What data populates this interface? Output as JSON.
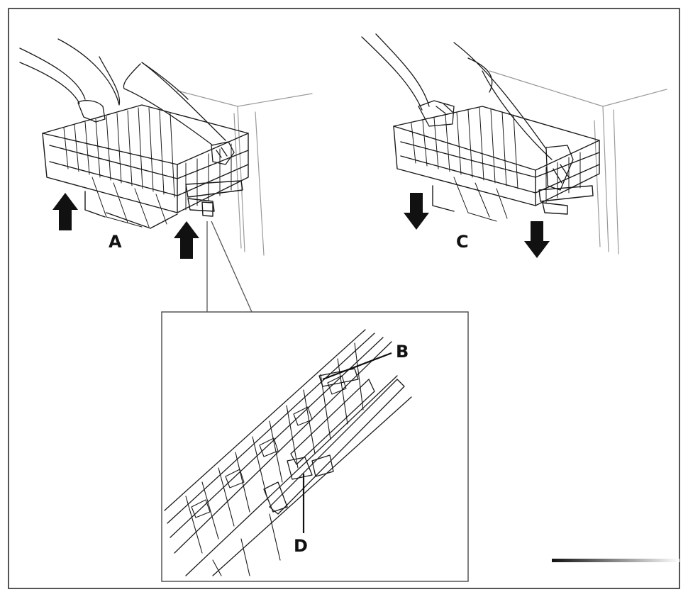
{
  "labels": {
    "a": "A",
    "b": "B",
    "c": "C",
    "d": "D"
  },
  "icons": {
    "arrow_up": "arrow-up-icon",
    "arrow_down": "arrow-down-icon"
  },
  "colors": {
    "line": "#1a1a1a",
    "frame": "#555555",
    "wall": "#9a9a9a",
    "arrow": "#111111"
  }
}
